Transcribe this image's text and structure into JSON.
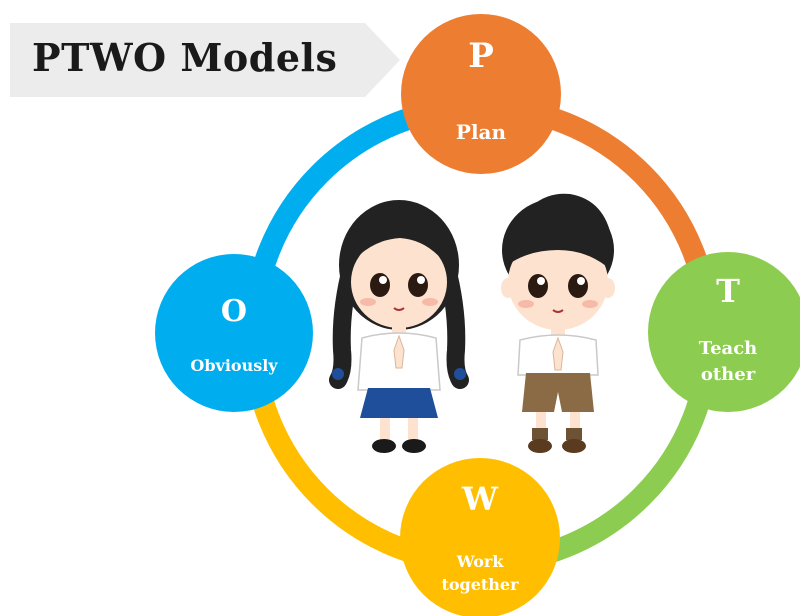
{
  "title": "PTWO Models",
  "nodes": {
    "p": {
      "letter": "P",
      "label": "Plan",
      "color": "#ed7d31"
    },
    "t": {
      "letter": "T",
      "label": "Teach\nother",
      "color": "#8ccc50"
    },
    "w": {
      "letter": "W",
      "label": "Work\ntogether",
      "color": "#ffbf00"
    },
    "o": {
      "letter": "O",
      "label": "Obviously",
      "color": "#00aeef"
    }
  },
  "colors": {
    "banner": "#ececec",
    "ring_blue": "#00aeef",
    "ring_orange": "#ed7d31",
    "ring_green": "#8ccc50",
    "ring_yellow": "#ffbf00"
  },
  "illustration": {
    "figures": [
      "girl-student",
      "boy-student"
    ]
  }
}
